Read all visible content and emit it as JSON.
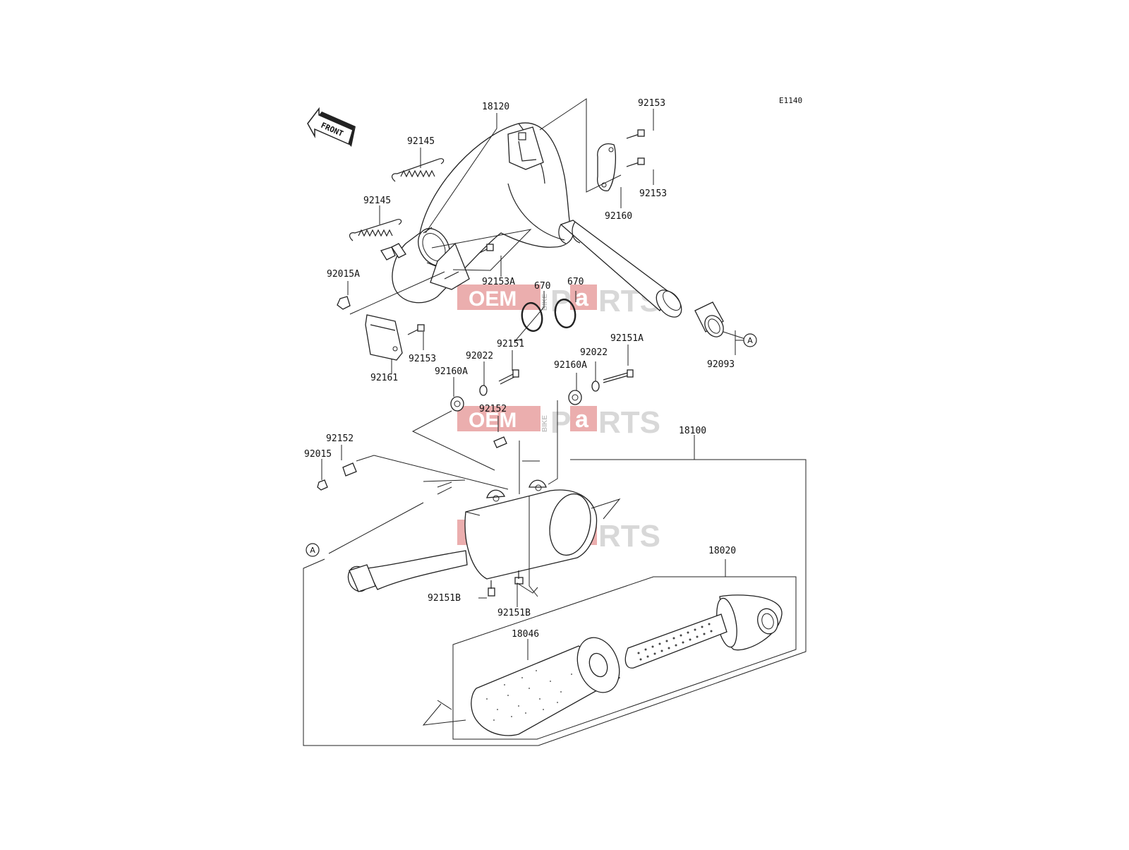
{
  "diagram": {
    "code": "E1140",
    "front_label": "FRONT",
    "ref_marker": "A",
    "parts": {
      "p18120": "18120",
      "p92153_top": "92153",
      "p92153_mid": "92153",
      "p92160": "92160",
      "p92145_top": "92145",
      "p92145_mid": "92145",
      "p92153A": "92153A",
      "p670_left": "670",
      "p670_right": "670",
      "p92015A": "92015A",
      "p92153_low": "92153",
      "p92161": "92161",
      "p92151": "92151",
      "p92151A": "92151A",
      "p92022_left": "92022",
      "p92022_right": "92022",
      "p92160A_left": "92160A",
      "p92160A_right": "92160A",
      "p92093": "92093",
      "p92152_center": "92152",
      "p92152_left": "92152",
      "p92015": "92015",
      "p18100": "18100",
      "p18020": "18020",
      "p18046": "18046",
      "p92151B_left": "92151B",
      "p92151B_right": "92151B"
    }
  },
  "watermark": {
    "oem": "OEM",
    "bike": "BIKE",
    "p": "P",
    "a": "a",
    "rts": "RTS",
    "colors": {
      "red": "#e8a0a0",
      "gray": "#d2d2d2"
    }
  }
}
